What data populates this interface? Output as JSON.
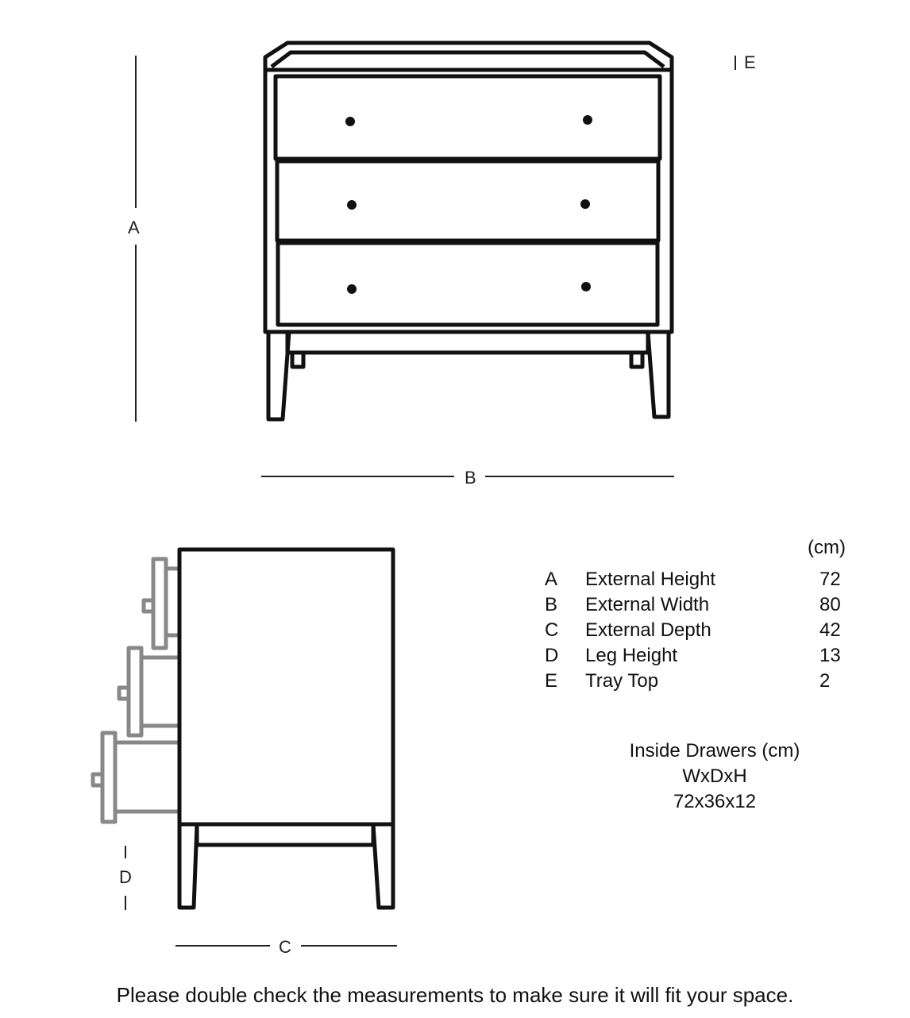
{
  "dimension_markers": {
    "a": "A",
    "b": "B",
    "c": "C",
    "d": "D",
    "e": "E"
  },
  "unit_header": "(cm)",
  "measurements": [
    {
      "letter": "A",
      "label": "External Height",
      "value": "72"
    },
    {
      "letter": "B",
      "label": "External Width",
      "value": "80"
    },
    {
      "letter": "C",
      "label": "External Depth",
      "value": "42"
    },
    {
      "letter": "D",
      "label": "Leg Height",
      "value": "13"
    },
    {
      "letter": "E",
      "label": "Tray Top",
      "value": "2"
    }
  ],
  "inside_drawers": {
    "title": "Inside Drawers (cm)",
    "format": "WxDxH",
    "value": "72x36x12"
  },
  "footer_note": "Please double check the measurements to make sure it will fit your space."
}
